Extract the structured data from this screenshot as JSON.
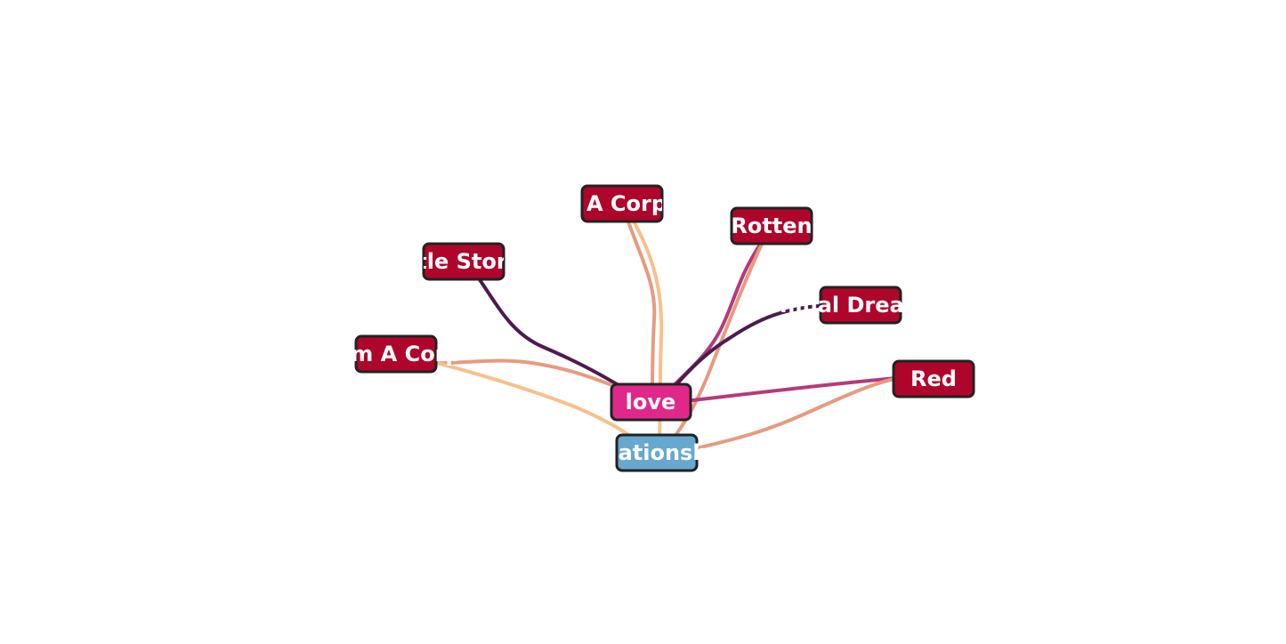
{
  "graph": {
    "colors": {
      "song_node": "#b0052a",
      "love_node": "#e0288a",
      "relationship_node": "#66a8cf",
      "edge_dark_purple": "#4f1a52",
      "edge_magenta": "#b53a7a",
      "edge_salmon": "#e89a80",
      "edge_peach": "#f8c08a"
    },
    "nodes": [
      {
        "id": "song-1",
        "label": "A Corp",
        "kind": "song"
      },
      {
        "id": "song-2",
        "label": "Rotten",
        "kind": "song"
      },
      {
        "id": "song-3",
        "label": "tle Stor",
        "kind": "song"
      },
      {
        "id": "song-4",
        "label": "ninal Drea",
        "kind": "song"
      },
      {
        "id": "song-5",
        "label": "m A Corp",
        "kind": "song"
      },
      {
        "id": "song-6",
        "label": "Red",
        "kind": "song"
      },
      {
        "id": "love",
        "label": "love",
        "kind": "theme"
      },
      {
        "id": "relationship",
        "label": "ationsh",
        "kind": "topic"
      }
    ],
    "edges": [
      {
        "from": "song-1",
        "to": "love",
        "color": "edge_salmon"
      },
      {
        "from": "song-1",
        "to": "relationship",
        "color": "edge_peach"
      },
      {
        "from": "song-2",
        "to": "love",
        "color": "edge_magenta"
      },
      {
        "from": "song-2",
        "to": "relationship",
        "color": "edge_salmon"
      },
      {
        "from": "song-3",
        "to": "love",
        "color": "edge_dark_purple"
      },
      {
        "from": "song-4",
        "to": "love",
        "color": "edge_dark_purple"
      },
      {
        "from": "song-5",
        "to": "love",
        "color": "edge_salmon"
      },
      {
        "from": "song-5",
        "to": "relationship",
        "color": "edge_peach"
      },
      {
        "from": "song-6",
        "to": "love",
        "color": "edge_magenta"
      },
      {
        "from": "song-6",
        "to": "relationship",
        "color": "edge_salmon"
      }
    ]
  }
}
